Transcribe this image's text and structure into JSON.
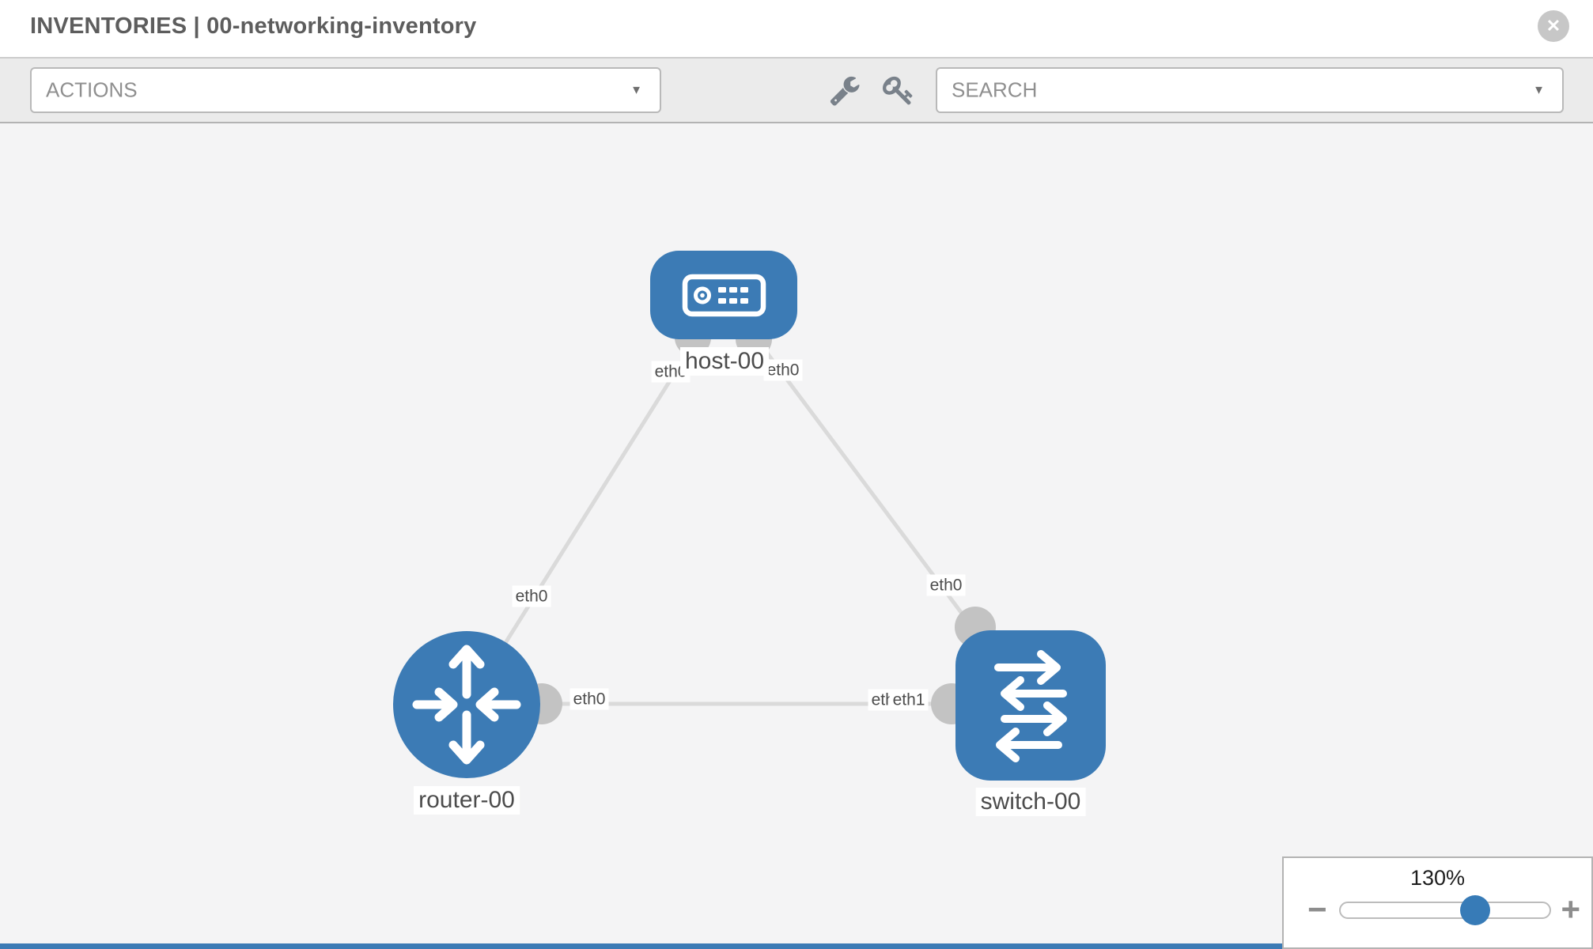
{
  "header": {
    "title": "INVENTORIES | 00-networking-inventory"
  },
  "toolbar": {
    "actions_label": "ACTIONS",
    "search_label": "SEARCH"
  },
  "icons": {
    "close_glyph": "✕",
    "caret_glyph": "▼",
    "minus_glyph": "−",
    "plus_glyph": "+"
  },
  "topology": {
    "nodes": [
      {
        "label": "host-00",
        "type": "host"
      },
      {
        "label": "router-00",
        "type": "router"
      },
      {
        "label": "switch-00",
        "type": "switch"
      }
    ],
    "interface_labels": {
      "host_left": "eth0",
      "host_right": "eth0",
      "host_router_mid": "eth0",
      "host_switch_mid": "eth0",
      "router_right": "eth0",
      "switch_hidden": "eth0",
      "switch_left": "eth1"
    }
  },
  "zoom_panel": {
    "level": "130%"
  },
  "colors": {
    "node_blue": "#3c7bb5",
    "link_gray": "#dadada",
    "connector_gray": "#c3c3c3",
    "toolbar_gray": "#ebebeb",
    "canvas_gray": "#f4f4f5"
  }
}
